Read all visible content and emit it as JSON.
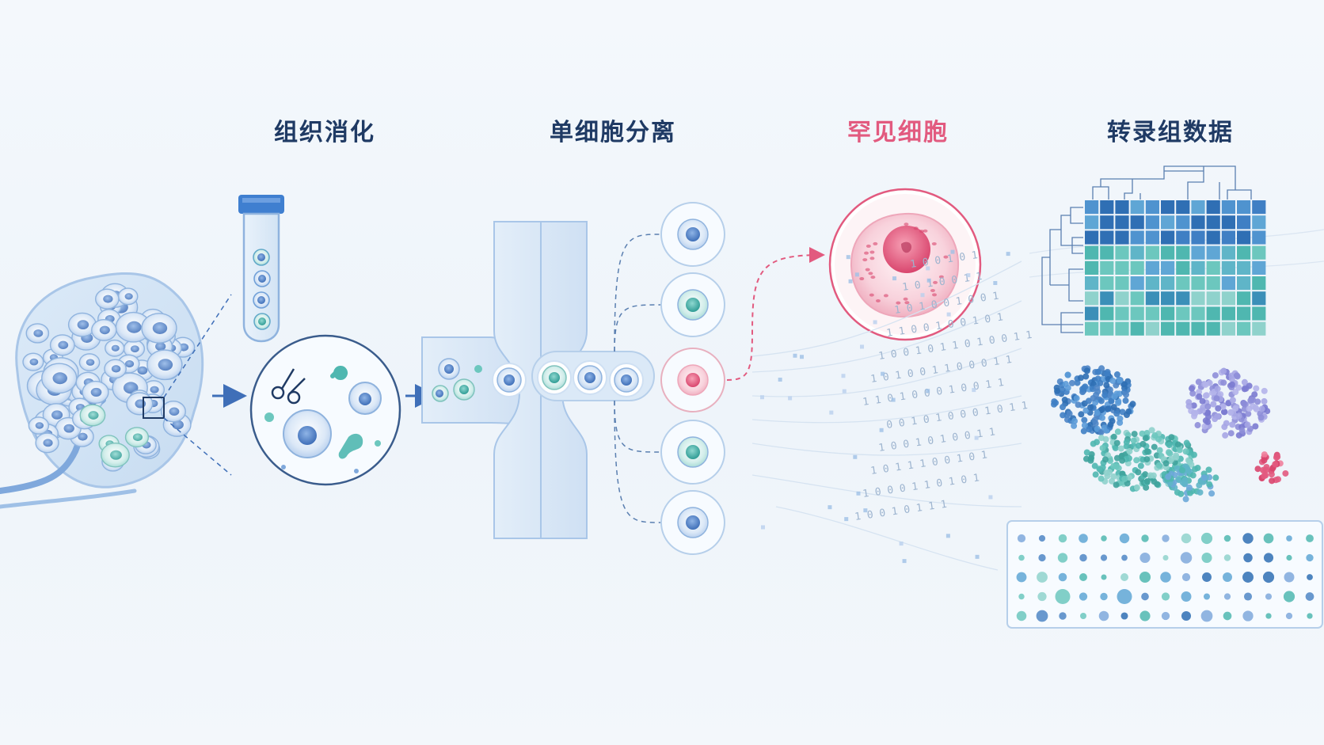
{
  "stages": [
    {
      "id": "digestion",
      "title": "组织消化"
    },
    {
      "id": "separation",
      "title": "单细胞分离"
    },
    {
      "id": "rare",
      "title": "罕见细胞"
    },
    {
      "id": "transcriptome",
      "title": "转录组数据"
    }
  ],
  "binary_strings": [
    "1 0 0 1 0 1",
    "1 0 1 0 0 1 1",
    "1 0 1 0 0 1 0 0 1",
    "1 1 0 0 1 0 0 1 0 1",
    "1 0 0 1 0 1 1 0 1 0 0 1 1",
    "1 0 1 0 0 1 1 0 0 0 1 1",
    "1 1 0 1 0 0 0 1 0 0 1 1",
    "0 0 1 0 1 0 0 0 1 0 1 1",
    "1 0 0 1 0 1 0 0 1 1",
    "1 0 1 1 1 0 0 1 0 1",
    "1 0 0 0 1 1 0 1 0 1",
    "1 0 0 1 0 1 1 1"
  ],
  "colors": {
    "navy": "#1f3a64",
    "rare": "#e25a7f",
    "blue": "#4f86c6",
    "teal": "#4fb7b0",
    "violet": "#8e8ed8"
  }
}
